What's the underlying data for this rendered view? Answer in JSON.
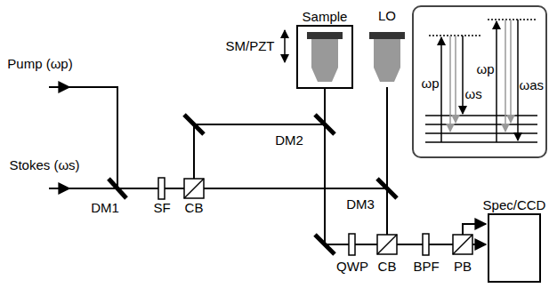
{
  "diagram": {
    "nodes": [
      {
        "text": [
          "Sample"
        ]
      },
      {
        "text": [
          "ωp",
          "ωs",
          "ωp",
          "ωas"
        ]
      },
      {
        "text": [
          "Spec/CCD"
        ]
      }
    ],
    "labels": [
      "LO",
      "SM/PZT",
      "Pump (ωp)",
      "Stokes (ωs)",
      "DM1",
      "SF",
      "CB",
      "DM2",
      "DM3",
      "QWP",
      "CB",
      "BPF",
      "PB"
    ]
  }
}
